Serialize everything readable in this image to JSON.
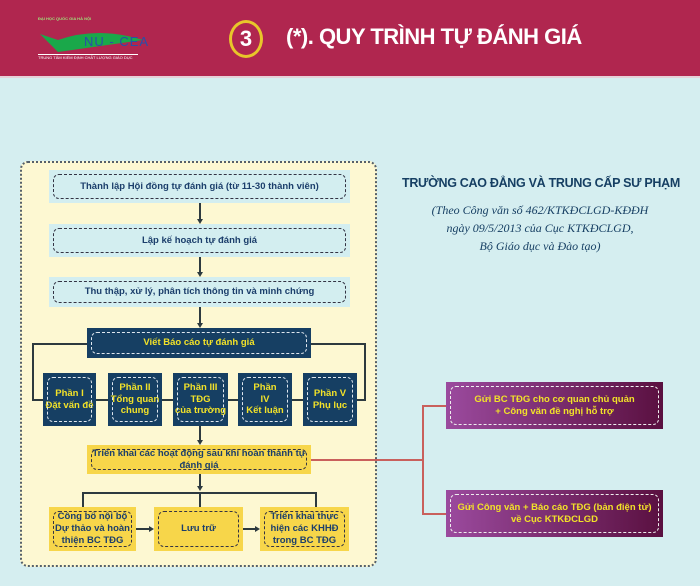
{
  "header": {
    "logo_top": "ĐẠI HỌC QUỐC GIA HÀ NỘI",
    "logo_name": "NU - CEA",
    "logo_bottom": "TRUNG TÂM KIỂM ĐỊNH CHẤT LƯỢNG GIÁO DỤC",
    "section_number": "3",
    "title": "(*). QUY TRÌNH TỰ ĐÁNH GIÁ"
  },
  "flow": {
    "step1": "Thành lập Hội đồng tự đánh giá (từ 11-30 thành viên)",
    "step2": "Lập kế hoạch tự đánh giá",
    "step3": "Thu thập, xử lý, phân tích thông tin và minh chứng",
    "step4": "Viết Báo cáo tự đánh giá",
    "parts": [
      "Phần I\nĐặt vấn đề",
      "Phần II\nTổng quan\nchung",
      "Phần III\nTĐG\ncủa trường",
      "Phần\nIV\nKết luận",
      "Phần V\nPhụ lục"
    ],
    "step5": "Triển khai các hoạt động sau khi hoàn thành tự đánh giá",
    "sub": [
      "Công bố nội bộ Dự thảo và hoàn thiện BC TĐG",
      "Lưu trữ",
      "Triển khai thực hiện các KHHĐ trong BC TĐG"
    ]
  },
  "side": {
    "title": "TRƯỜNG CAO ĐẲNG VÀ TRUNG CẤP SƯ PHẠM",
    "sub1": "(Theo Công văn số 462/KTKĐCLGD-KĐĐH",
    "sub2": "ngày 09/5/2013 của Cục KTKĐCLGD,",
    "sub3": "Bộ Giáo dục và Đào tạo)",
    "box1": "Gửi BC TĐG cho cơ quan chủ quản\n+ Công văn đề nghị hỗ trợ",
    "box2": "Gửi Công văn + Báo cáo TĐG (bản điện tử)\nvề Cục KTKĐCLGD"
  }
}
